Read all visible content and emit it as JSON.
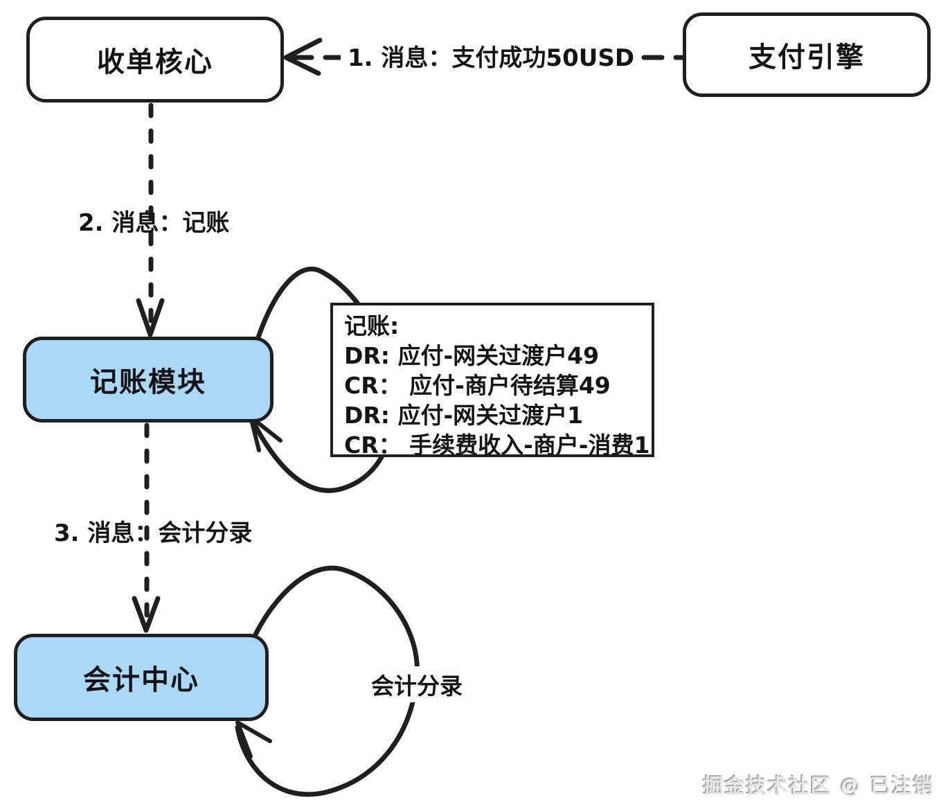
{
  "diagram": {
    "nodes": {
      "acquiring_core": {
        "label": "收单核心"
      },
      "payment_engine": {
        "label": "支付引擎"
      },
      "bookkeeping_module": {
        "label": "记账模块"
      },
      "accounting_center": {
        "label": "会计中心"
      }
    },
    "edges": {
      "msg1": {
        "label": "1. 消息：支付成功50USD"
      },
      "msg2": {
        "label": "2. 消息：记账"
      },
      "msg3": {
        "label": "3. 消息：会计分录"
      },
      "loop_accounting_entry": {
        "label": "会计分录"
      }
    },
    "note": {
      "title": "记账:",
      "lines": [
        "DR: 应付-网关过渡户49",
        "CR： 应付-商户待结算49",
        "DR: 应付-网关过渡户1",
        "CR： 手续费收入-商户-消费1"
      ]
    },
    "watermark": "掘金技术社区 @ 已注销",
    "colors": {
      "ink": "#1f1f1f",
      "node_blue": "#abd8f7",
      "node_white": "#ffffff",
      "background": "#ffffff"
    }
  }
}
